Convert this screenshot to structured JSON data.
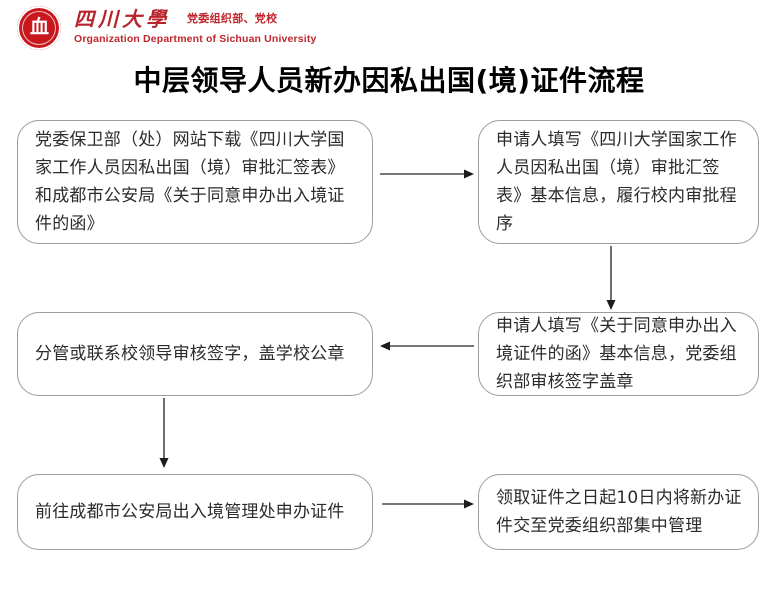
{
  "header": {
    "logo_icon": "sichuan-university-seal",
    "university_name_cn": "四川大學",
    "department_cn": "党委组织部、党校",
    "department_en": "Organization Department of Sichuan University",
    "brand_color": "#c0272d"
  },
  "title": "中层领导人员新办因私出国(境)证件流程",
  "flowchart": {
    "box_border_color": "#9a9ca1",
    "text_color": "#2b2b2b",
    "nodes": [
      {
        "id": "box-1",
        "text": "党委保卫部（处）网站下载《四川大学国家工作人员因私出国（境）审批汇签表》和成都市公安局《关于同意申办出入境证件的函》"
      },
      {
        "id": "box-2",
        "text": "申请人填写《四川大学国家工作人员因私出国（境）审批汇签表》基本信息，履行校内审批程序"
      },
      {
        "id": "box-3",
        "text": "分管或联系校领导审核签字，盖学校公章"
      },
      {
        "id": "box-4",
        "text": "申请人填写《关于同意申办出入境证件的函》基本信息，党委组织部审核签字盖章"
      },
      {
        "id": "box-5",
        "text": "前往成都市公安局出入境管理处申办证件"
      },
      {
        "id": "box-6",
        "text": "领取证件之日起10日内将新办证件交至党委组织部集中管理"
      }
    ],
    "connectors": [
      {
        "id": "arrow-1to2",
        "from": "box-1",
        "to": "box-2",
        "direction": "right"
      },
      {
        "id": "arrow-2to4",
        "from": "box-2",
        "to": "box-4",
        "direction": "down"
      },
      {
        "id": "arrow-4to3",
        "from": "box-4",
        "to": "box-3",
        "direction": "left"
      },
      {
        "id": "arrow-3to5",
        "from": "box-3",
        "to": "box-5",
        "direction": "down"
      },
      {
        "id": "arrow-5to6",
        "from": "box-5",
        "to": "box-6",
        "direction": "right"
      }
    ]
  }
}
